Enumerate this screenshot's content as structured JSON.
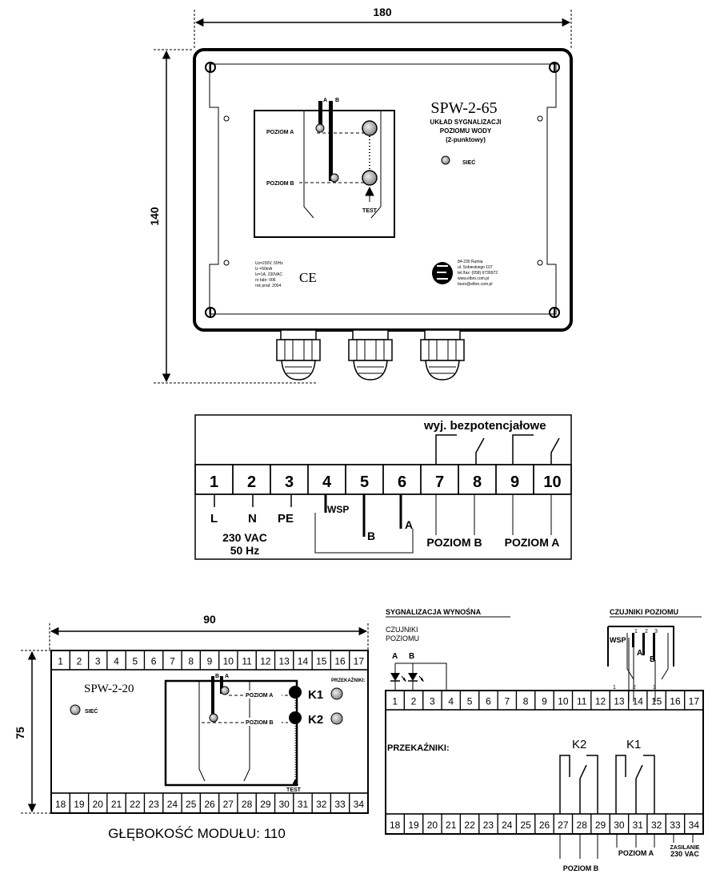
{
  "enclosure": {
    "width_dim": "180",
    "height_dim": "140",
    "model": "SPW-2-65",
    "desc_lines": [
      "UKŁAD SYGNALIZACJI",
      "POZIOMU WODY",
      "(2-punktowy)"
    ],
    "probe_a": "A",
    "probe_b": "B",
    "level_a": "POZIOM A",
    "level_b": "POZIOM B",
    "test": "TEST",
    "siec": "SIEĆ",
    "specs": [
      "Uz=230V, 50Hz",
      "Iz =50mA",
      "Iz=1A, 230VAC",
      "nr fabr: 006",
      "rok prod: 2004"
    ],
    "ce": "CE",
    "company": [
      "84-230 Rumia",
      "ul. Sobieskiego 107",
      "tel./fax: (058) 6739972",
      "www.elbro.com.pl",
      "biuro@elbro.com.pl"
    ]
  },
  "terminal_block": {
    "relay_header": "wyj. bezpotencjałowe",
    "numbers": [
      "1",
      "2",
      "3",
      "4",
      "5",
      "6",
      "7",
      "8",
      "9",
      "10"
    ],
    "l": "L",
    "n": "N",
    "pe": "PE",
    "wsp": "WSP",
    "b": "B",
    "a": "A",
    "supply": [
      "230 VAC",
      "50 Hz"
    ],
    "poziom_b": "POZIOM B",
    "poziom_a": "POZIOM A"
  },
  "module": {
    "width_dim": "90",
    "height_dim": "75",
    "top_numbers": [
      "1",
      "2",
      "3",
      "4",
      "5",
      "6",
      "7",
      "8",
      "9",
      "10",
      "11",
      "12",
      "13",
      "14",
      "15",
      "16",
      "17"
    ],
    "bottom_numbers": [
      "18",
      "19",
      "20",
      "21",
      "22",
      "23",
      "24",
      "25",
      "26",
      "27",
      "28",
      "29",
      "30",
      "31",
      "32",
      "33",
      "34"
    ],
    "model": "SPW-2-20",
    "siec": "SIEĆ",
    "poziom_a": "POZIOM A",
    "poziom_b": "POZIOM B",
    "przekazniki": "PRZEKAŹNIKI:",
    "k1": "K1",
    "k2": "K2",
    "test": "TEST",
    "probe_a": "A",
    "probe_b": "B",
    "depth": "GŁĘBOKOŚĆ MODUŁU: 110"
  },
  "wiring": {
    "remote": "SYGNALIZACJA  WYNOŚNA",
    "sensors_title": "CZUJNIKI POZIOMU",
    "sensors_lines": [
      "CZUJNIKI",
      "POZIOMU"
    ],
    "a": "A",
    "b": "B",
    "wsp": "WSP",
    "probe_nums": [
      "1",
      "2",
      "3"
    ],
    "probe_conn_nums": [
      "1",
      "2",
      "3"
    ],
    "przekazniki": "PRZEKAŹNIKI:",
    "k1": "K1",
    "k2": "K2",
    "poziom_a": "POZIOM A",
    "poziom_b": "POZIOM B",
    "zasilanie": [
      "ZASILANIE",
      "230 VAC"
    ]
  }
}
